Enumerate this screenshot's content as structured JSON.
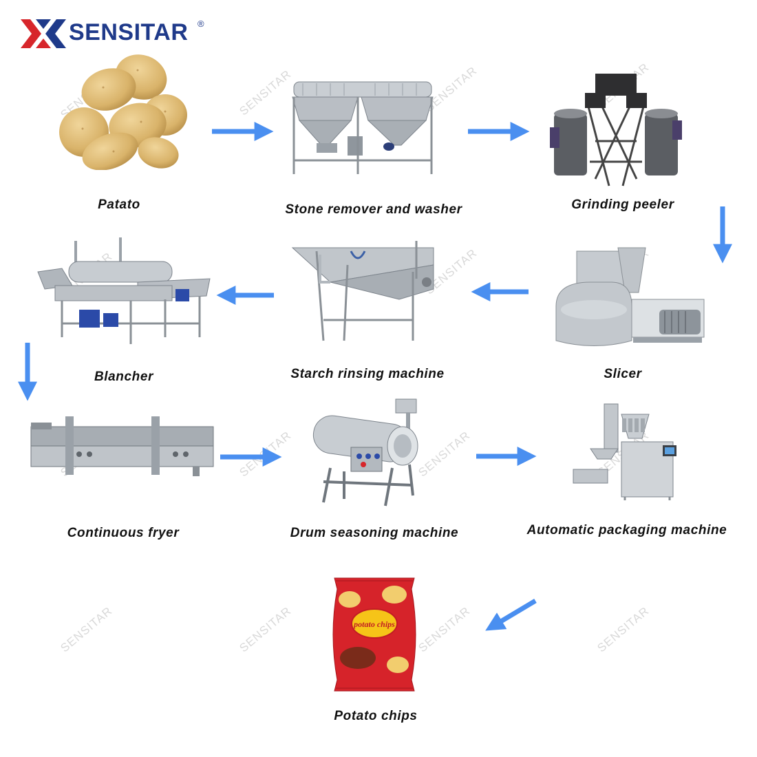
{
  "brand": {
    "name": "SENSITAR",
    "registered": "®",
    "watermark": "SENSITAR"
  },
  "colors": {
    "arrow": "#4a8ff0",
    "logo_blue": "#1f3a8a",
    "logo_red": "#d7262b",
    "steel": "#b9bec4",
    "steel_dark": "#7d848c",
    "potato": "#d9b36a",
    "bag_red": "#d6232a"
  },
  "steps": [
    {
      "id": "potato",
      "label": "Patato",
      "icon": "potato-icon"
    },
    {
      "id": "washer",
      "label": "Stone remover and washer",
      "icon": "washer-machine-icon"
    },
    {
      "id": "peeler",
      "label": "Grinding peeler",
      "icon": "peeler-machine-icon"
    },
    {
      "id": "slicer",
      "label": "Slicer",
      "icon": "slicer-machine-icon"
    },
    {
      "id": "rinser",
      "label": "Starch rinsing machine",
      "icon": "rinsing-machine-icon"
    },
    {
      "id": "blancher",
      "label": "Blancher",
      "icon": "blancher-machine-icon"
    },
    {
      "id": "fryer",
      "label": "Continuous fryer",
      "icon": "fryer-machine-icon"
    },
    {
      "id": "seasoning",
      "label": "Drum seasoning machine",
      "icon": "seasoning-drum-icon"
    },
    {
      "id": "packaging",
      "label": "Automatic packaging machine",
      "icon": "packaging-machine-icon"
    },
    {
      "id": "chips",
      "label": "Potato chips",
      "icon": "chips-bag-icon"
    }
  ],
  "flow": [
    [
      "potato",
      "washer"
    ],
    [
      "washer",
      "peeler"
    ],
    [
      "peeler",
      "slicer"
    ],
    [
      "slicer",
      "rinser"
    ],
    [
      "rinser",
      "blancher"
    ],
    [
      "blancher",
      "fryer"
    ],
    [
      "fryer",
      "seasoning"
    ],
    [
      "seasoning",
      "packaging"
    ],
    [
      "packaging",
      "chips"
    ]
  ],
  "bag_label": "potato chips"
}
